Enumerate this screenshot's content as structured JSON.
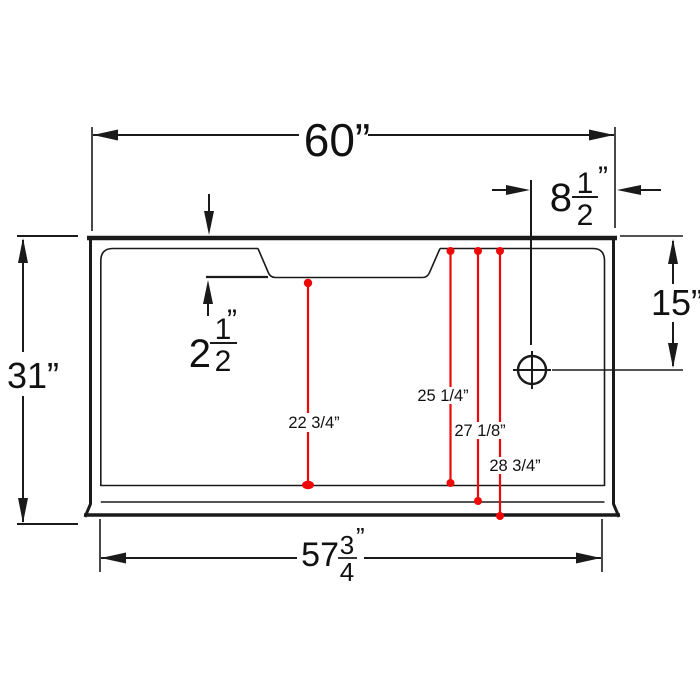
{
  "figure": {
    "title": "Shower base dimension drawing",
    "background": "#ffffff",
    "line_color": "#1a1a1a",
    "accent_color": "#ee0909",
    "symbols": {
      "drain": "circle-crosshair"
    }
  },
  "dims": {
    "overall_width": "60”",
    "overall_depth": "31”",
    "drain_from_back": "15”",
    "drain_offset": {
      "whole": "8",
      "num": "1",
      "den": "2",
      "unit": "”"
    },
    "ledge_depth": {
      "whole": "2",
      "num": "1",
      "den": "2",
      "unit": "”"
    },
    "base_width": {
      "whole": "57",
      "num": "3",
      "den": "4",
      "unit": "”"
    },
    "red_labels": [
      "22 3/4”",
      "25 1/4”",
      "27 1/8”",
      "28 3/4”"
    ]
  }
}
